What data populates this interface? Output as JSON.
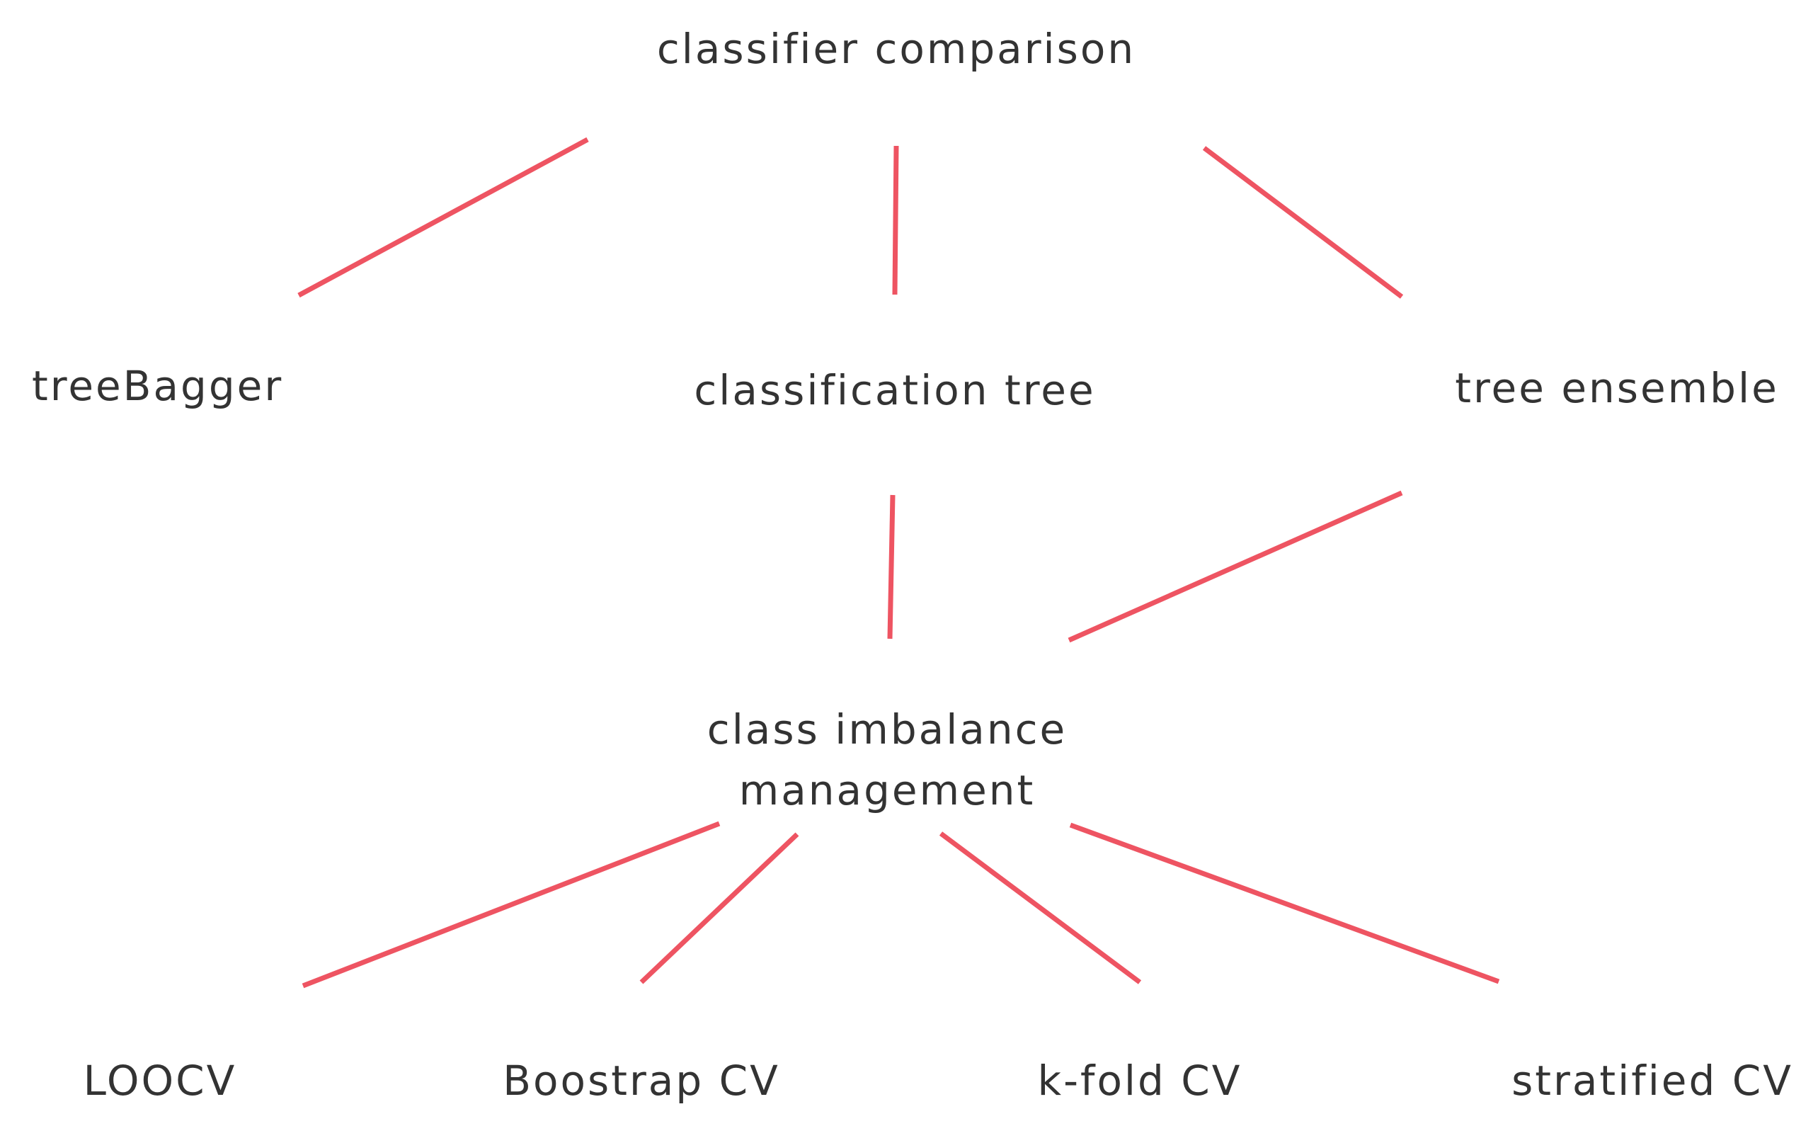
{
  "diagram": {
    "nodes": {
      "root": "classifier comparison",
      "tree_bagger": "treeBagger",
      "classification_tree": "classification tree",
      "tree_ensemble": "tree ensemble",
      "class_imbalance": {
        "line1": "class imbalance",
        "line2": "management"
      },
      "loocv": "LOOCV",
      "bootstrap_cv": "Boostrap CV",
      "kfold_cv": "k-fold CV",
      "stratified_cv": "stratified CV"
    },
    "edge_color": "#ee5462",
    "text_color": "#333333"
  }
}
